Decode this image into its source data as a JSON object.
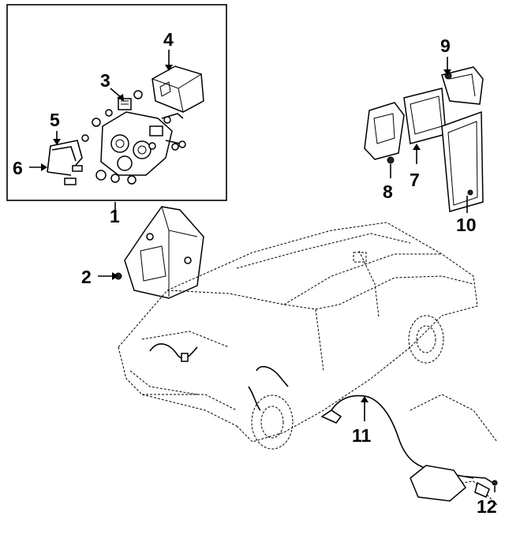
{
  "callouts": [
    {
      "id": "c1",
      "text": "1"
    },
    {
      "id": "c2",
      "text": "2"
    },
    {
      "id": "c3",
      "text": "3"
    },
    {
      "id": "c4",
      "text": "4"
    },
    {
      "id": "c5",
      "text": "5"
    },
    {
      "id": "c6",
      "text": "6"
    },
    {
      "id": "c7",
      "text": "7"
    },
    {
      "id": "c8",
      "text": "8"
    },
    {
      "id": "c9",
      "text": "9"
    },
    {
      "id": "c10",
      "text": "10"
    },
    {
      "id": "c11",
      "text": "11"
    },
    {
      "id": "c12",
      "text": "12"
    }
  ],
  "colors": {
    "ink": "#000000",
    "paper": "#ffffff"
  }
}
